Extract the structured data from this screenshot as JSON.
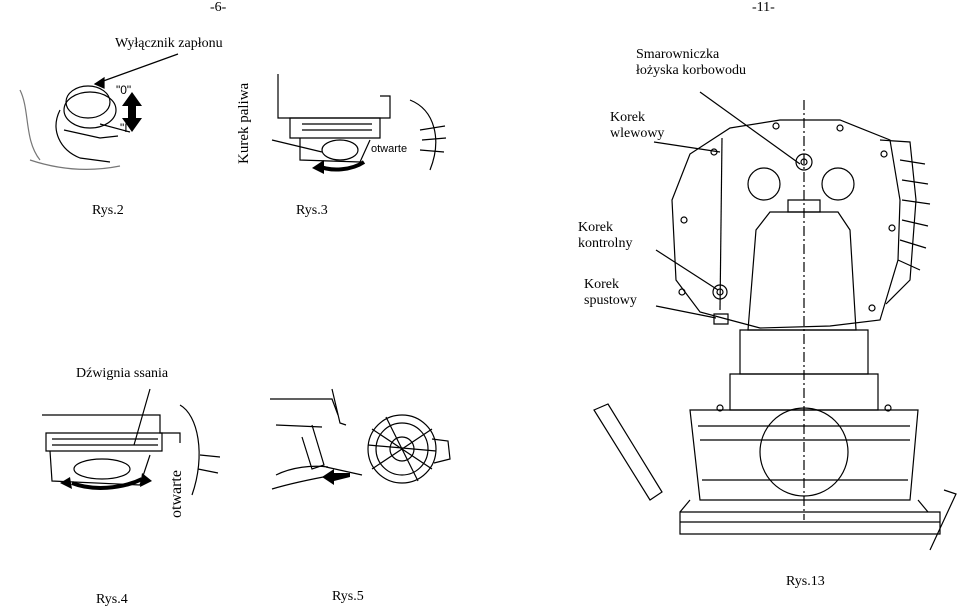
{
  "page_left_number": "-6-",
  "page_right_number": "-11-",
  "fig2": {
    "title": "Wyłącznik zapłonu",
    "off_mark": "\"0\"",
    "on_mark": "\"I\"",
    "caption": "Rys.2"
  },
  "fig3": {
    "vertical_label": "Kurek paliwa",
    "open_label": "otwarte",
    "caption": "Rys.3"
  },
  "fig4": {
    "title": "Dźwignia ssania",
    "open_label": "otwarte",
    "caption": "Rys.4"
  },
  "fig5": {
    "caption": "Rys.5"
  },
  "fig13": {
    "label_lubricator": [
      "Smarowniczka",
      "łożyska korbowodu"
    ],
    "label_fill_plug": [
      "Korek",
      "wlewowy"
    ],
    "label_check_plug": [
      "Korek",
      "kontrolny"
    ],
    "label_drain_plug": [
      "Korek",
      "spustowy"
    ],
    "caption": "Rys.13"
  }
}
